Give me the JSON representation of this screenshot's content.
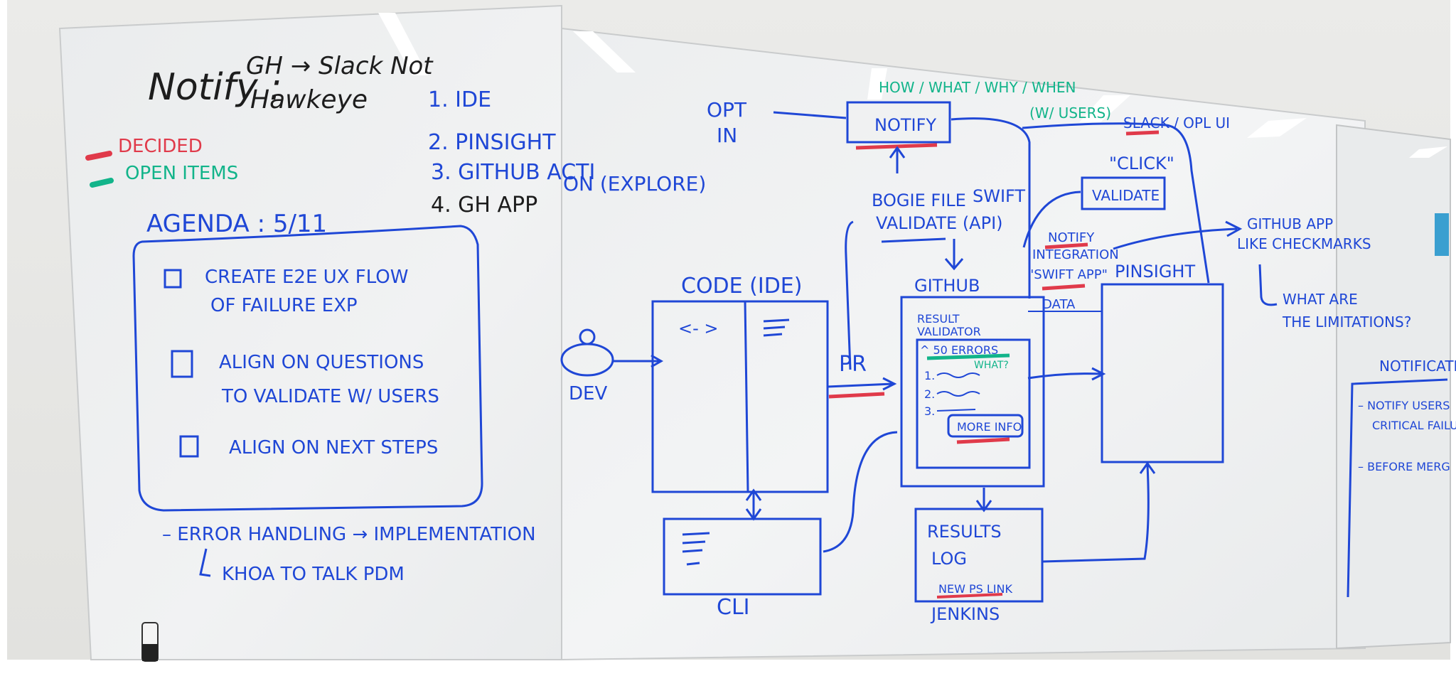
{
  "colors": {
    "ink_blue": "#1f47d6",
    "ink_black": "#1d1d1d",
    "ink_red": "#e03a4a",
    "ink_green": "#12b48a",
    "board": "#eef0f1",
    "wall": "#e6e6e4"
  },
  "left_board": {
    "title_notify": "Notify :",
    "title_gh": "GH → Slack Not",
    "title_hawkeye": "Hawkeye",
    "legend": {
      "decided": "DECIDED",
      "open_items": "OPEN ITEMS"
    },
    "list": [
      "1. IDE",
      "2. PINSIGHT",
      "3. GITHUB ACTI",
      "4. GH APP"
    ],
    "agenda_title": "AGENDA : 5/11",
    "agenda_items": [
      {
        "line1": "CREATE E2E UX FLOW",
        "line2": "OF FAILURE EXP"
      },
      {
        "line1": "ALIGN ON QUESTIONS",
        "line2": "TO VALIDATE W/ USERS"
      },
      {
        "line1": "ALIGN ON NEXT STEPS",
        "line2": ""
      }
    ],
    "note_error": "– ERROR HANDLING → IMPLEMENTATION",
    "note_khoa": "KHOA TO TALK PDM"
  },
  "right_board": {
    "explore": "ON (EXPLORE)",
    "opt_in_1": "OPT",
    "opt_in_2": "IN",
    "notify": "NOTIFY",
    "how_what": "HOW / WHAT / WHY / WHEN",
    "w_users": "(W/ USERS)",
    "slack_ui": "SLACK / OPL UI",
    "click": "\"CLICK\"",
    "validate": "VALIDATE",
    "bogie_1": "BOGIE FILE",
    "swift": "SWIFT",
    "bogie_2": "VALIDATE (API)",
    "notify_int_1": "NOTIFY",
    "notify_int_2": "INTEGRATION",
    "notify_int_3": "\"SWIFT APP\"",
    "github_app_1": "GITHUB APP",
    "github_app_2": "LIKE CHECKMARKS",
    "limits_1": "WHAT ARE",
    "limits_2": "THE LIMITATIONS?",
    "code_ide": "CODE (IDE)",
    "code_arrows": "<- >",
    "github": "GITHUB",
    "pinsight": "PINSIGHT",
    "data": "DATA",
    "result_1": "RESULT",
    "result_2": "VALIDATOR",
    "errors": "^ 50 ERRORS",
    "what": "WHAT?",
    "err_rows": [
      "1.",
      "2.",
      "3."
    ],
    "more_info": "MORE INFO",
    "dev": "DEV",
    "pr": "PR",
    "results_1": "RESULTS",
    "results_2": "LOG",
    "new_ps_link": "NEW PS LINK",
    "jenkins": "JENKINS",
    "cli": "CLI",
    "notifications": "NOTIFICATIONS",
    "notif_1": "– NOTIFY USERS",
    "notif_2": "CRITICAL FAILURE",
    "notif_3": "– BEFORE MERG"
  }
}
